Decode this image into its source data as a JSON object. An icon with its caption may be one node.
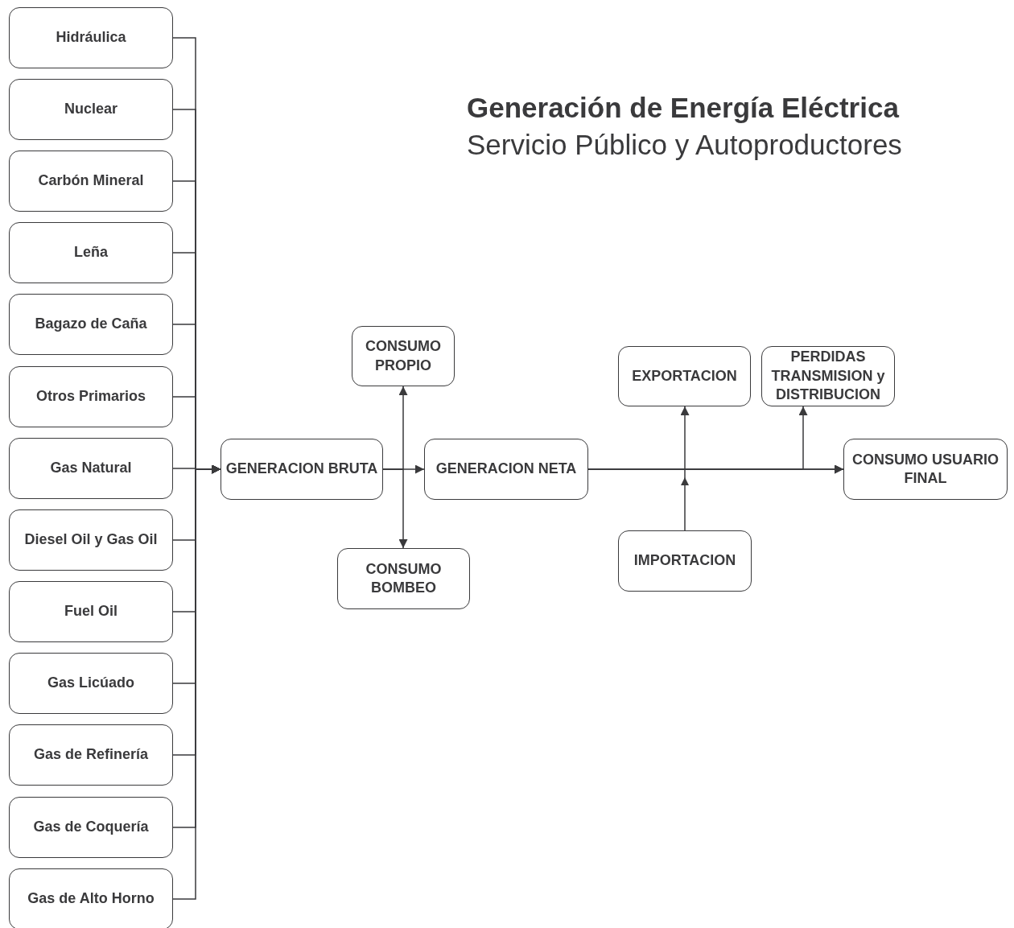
{
  "diagram": {
    "title": "Generación de Energía Eléctrica",
    "nodes": [
      {
        "text": [
          "Hidráulica"
        ]
      },
      {
        "text": [
          "Nuclear"
        ]
      },
      {
        "text": [
          "Carbón Mineral"
        ]
      },
      {
        "text": [
          "Leña"
        ]
      },
      {
        "text": [
          "Bagazo de Caña"
        ]
      },
      {
        "text": [
          "Otros Primarios"
        ]
      },
      {
        "text": [
          "Gas Natural"
        ]
      },
      {
        "text": [
          "Diesel Oil y Gas Oil"
        ]
      },
      {
        "text": [
          "Fuel Oil"
        ]
      },
      {
        "text": [
          "Gas Licúado"
        ]
      },
      {
        "text": [
          "Gas de Refinería"
        ]
      },
      {
        "text": [
          "Gas de Coquería"
        ]
      },
      {
        "text": [
          "Gas de Alto Horno"
        ]
      },
      {
        "text": [
          "GENERACION BRUTA"
        ]
      },
      {
        "text": [
          "CONSUMO PROPIO"
        ]
      },
      {
        "text": [
          "GENERACION NETA"
        ]
      },
      {
        "text": [
          "CONSUMO BOMBEO"
        ]
      },
      {
        "text": [
          "EXPORTACION"
        ]
      },
      {
        "text": [
          "PERDIDAS TRANSMISION y DISTRIBUCION"
        ]
      },
      {
        "text": [
          "CONSUMO USUARIO FINAL"
        ]
      },
      {
        "text": [
          "IMPORTACION"
        ]
      }
    ],
    "edges": [
      {
        "from": 0,
        "to": 13,
        "arrow": "to"
      },
      {
        "from": 1,
        "to": 13,
        "arrow": "to"
      },
      {
        "from": 2,
        "to": 13,
        "arrow": "to"
      },
      {
        "from": 3,
        "to": 13,
        "arrow": "to"
      },
      {
        "from": 4,
        "to": 13,
        "arrow": "to"
      },
      {
        "from": 5,
        "to": 13,
        "arrow": "to"
      },
      {
        "from": 6,
        "to": 13,
        "arrow": "to"
      },
      {
        "from": 7,
        "to": 13,
        "arrow": "to"
      },
      {
        "from": 8,
        "to": 13,
        "arrow": "to"
      },
      {
        "from": 9,
        "to": 13,
        "arrow": "to"
      },
      {
        "from": 10,
        "to": 13,
        "arrow": "to"
      },
      {
        "from": 11,
        "to": 13,
        "arrow": "to"
      },
      {
        "from": 12,
        "to": 13,
        "arrow": "to"
      },
      {
        "from": 13,
        "to": 15,
        "arrow": "to"
      },
      {
        "from": 13,
        "to": 14,
        "arrow": "to"
      },
      {
        "from": 13,
        "to": 16,
        "arrow": "to"
      },
      {
        "from": 15,
        "to": 17,
        "arrow": "to"
      },
      {
        "from": 15,
        "to": 18,
        "arrow": "to"
      },
      {
        "from": 15,
        "to": 19,
        "arrow": "to"
      },
      {
        "from": 20,
        "to": 19,
        "arrow": "to"
      }
    ],
    "labels": [
      "Servicio Público y Autoproductores"
    ]
  }
}
